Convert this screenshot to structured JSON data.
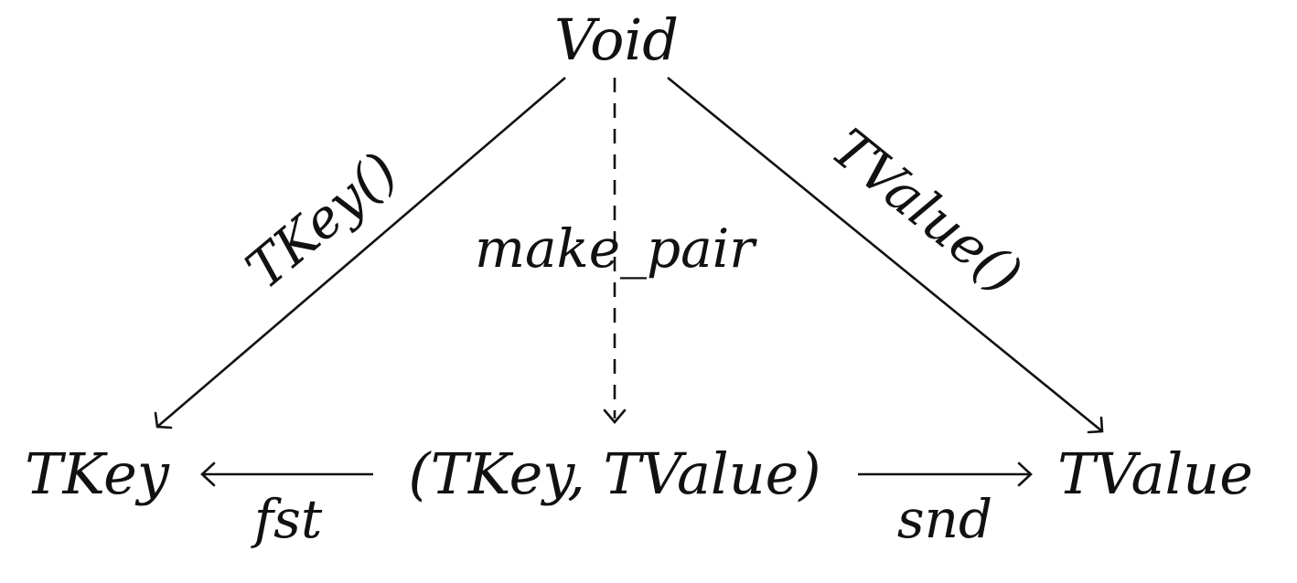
{
  "diagram": {
    "nodes": {
      "top": "Void",
      "left": "TKey",
      "center": "(TKey, TValue)",
      "right": "TValue"
    },
    "edges": {
      "void_to_tkey": "TKey()",
      "void_to_pair": "make_pair",
      "void_to_tvalue": "TValue()",
      "pair_to_tkey": "fst",
      "pair_to_tvalue": "snd"
    }
  }
}
